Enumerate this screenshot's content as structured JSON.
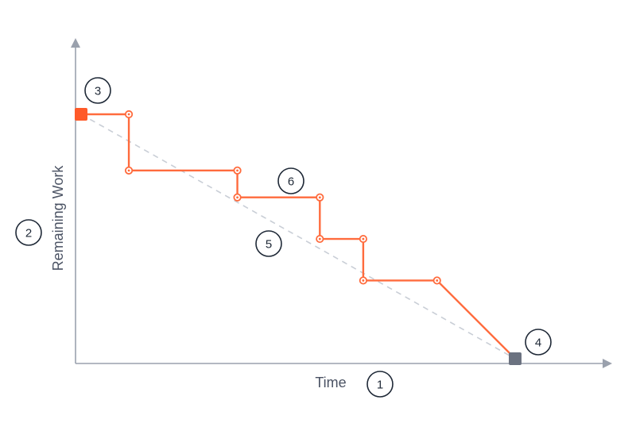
{
  "chart_data": {
    "type": "line",
    "title": "",
    "xlabel": "Time",
    "ylabel": "Remaining Work",
    "xlim": [
      0,
      100
    ],
    "ylim": [
      0,
      100
    ],
    "grid": false,
    "series": [
      {
        "role": "actual",
        "color": "#ff6b3d",
        "x": [
          0,
          11,
          11,
          36,
          36,
          55,
          55,
          65,
          65,
          82,
          100
        ],
        "y": [
          100,
          100,
          77,
          77,
          66,
          66,
          49,
          49,
          32,
          32,
          0
        ],
        "point_markers": [
          false,
          true,
          true,
          true,
          true,
          true,
          true,
          true,
          true,
          true,
          false
        ]
      },
      {
        "role": "ideal",
        "color": "#c9ced6",
        "style": "dashed",
        "x": [
          0,
          100
        ],
        "y": [
          100,
          0
        ]
      }
    ],
    "start_point": {
      "x": 0,
      "y": 100,
      "color": "#ff5a29"
    },
    "end_point": {
      "x": 100,
      "y": 0,
      "color": "#6b7280"
    },
    "annotations": [
      {
        "label": "1",
        "target": "x-axis-title"
      },
      {
        "label": "2",
        "target": "y-axis-title"
      },
      {
        "label": "3",
        "target": "start-point"
      },
      {
        "label": "4",
        "target": "end-point"
      },
      {
        "label": "5",
        "target": "ideal-line"
      },
      {
        "label": "6",
        "target": "actual-line"
      }
    ],
    "colors": {
      "axis": "#9aa1ad",
      "text": "#4a5263"
    }
  }
}
